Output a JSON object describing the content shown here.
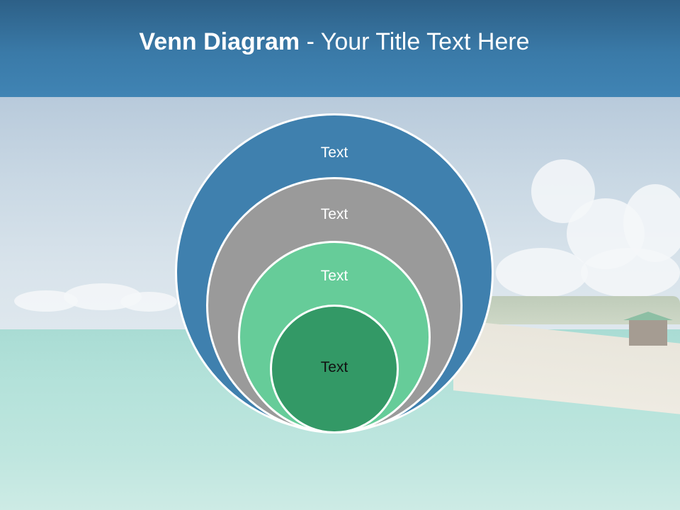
{
  "slide": {
    "title_bold": "Venn Diagram",
    "title_rest": " - Your Title Text Here"
  },
  "diagram": {
    "type": "nested-circles",
    "circles": [
      {
        "label": "Text",
        "color": "#3f80ae",
        "text_color": "#ffffff"
      },
      {
        "label": "Text",
        "color": "#9a9a9a",
        "text_color": "#ffffff"
      },
      {
        "label": "Text",
        "color": "#66cc99",
        "text_color": "#ffffff"
      },
      {
        "label": "Text",
        "color": "#339966",
        "text_color": "#111111"
      }
    ]
  },
  "colors": {
    "header": "#3a7aa8",
    "title_text": "#ffffff"
  }
}
